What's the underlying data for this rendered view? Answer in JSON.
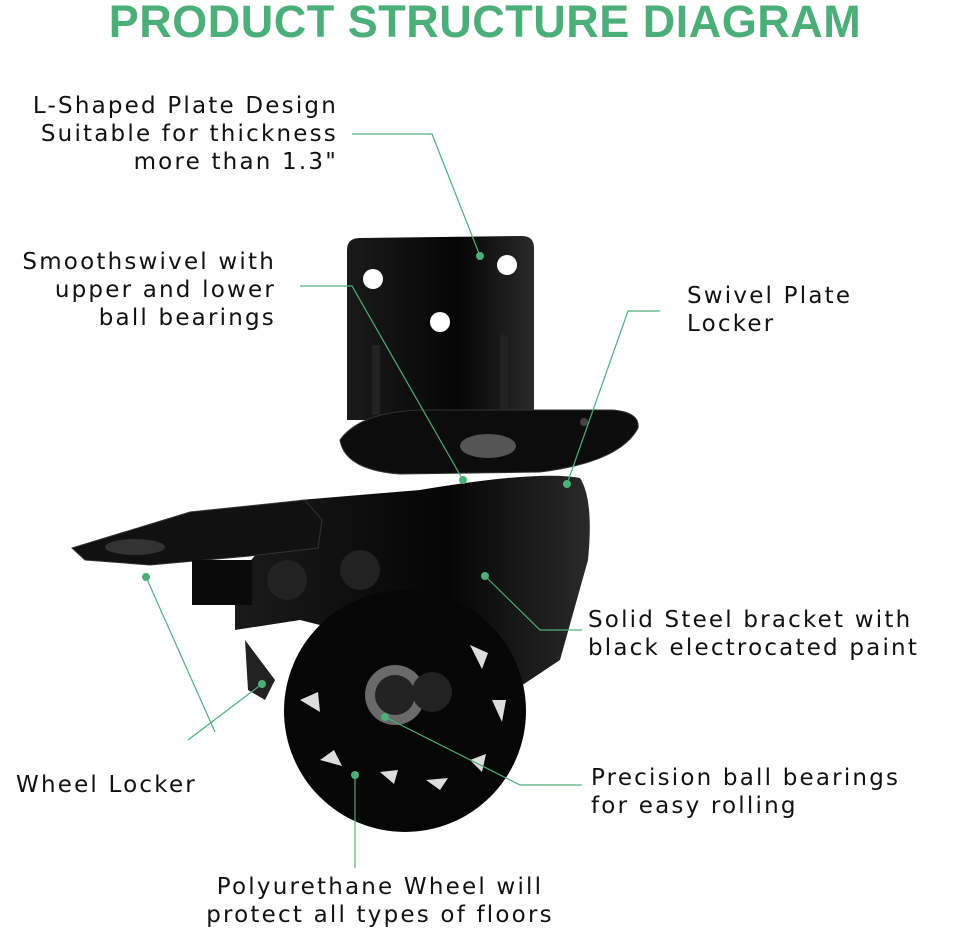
{
  "title": "PRODUCT STRUCTURE DIAGRAM",
  "accent_color": "#4caf7a",
  "callouts": {
    "l_plate": [
      "L-Shaped Plate Design",
      "Suitable for thickness",
      "more than 1.3\""
    ],
    "swivel": [
      "Smoothswivel with",
      "upper and lower",
      "ball bearings"
    ],
    "plate_locker": [
      "Swivel Plate",
      "Locker"
    ],
    "bracket": [
      "Solid Steel bracket with",
      "black electrocated paint"
    ],
    "bearings": [
      "Precision ball bearings",
      "for easy rolling"
    ],
    "wheel_locker": [
      "Wheel Locker"
    ],
    "wheel": [
      "Polyurethane Wheel will",
      "protect all types of floors"
    ]
  }
}
